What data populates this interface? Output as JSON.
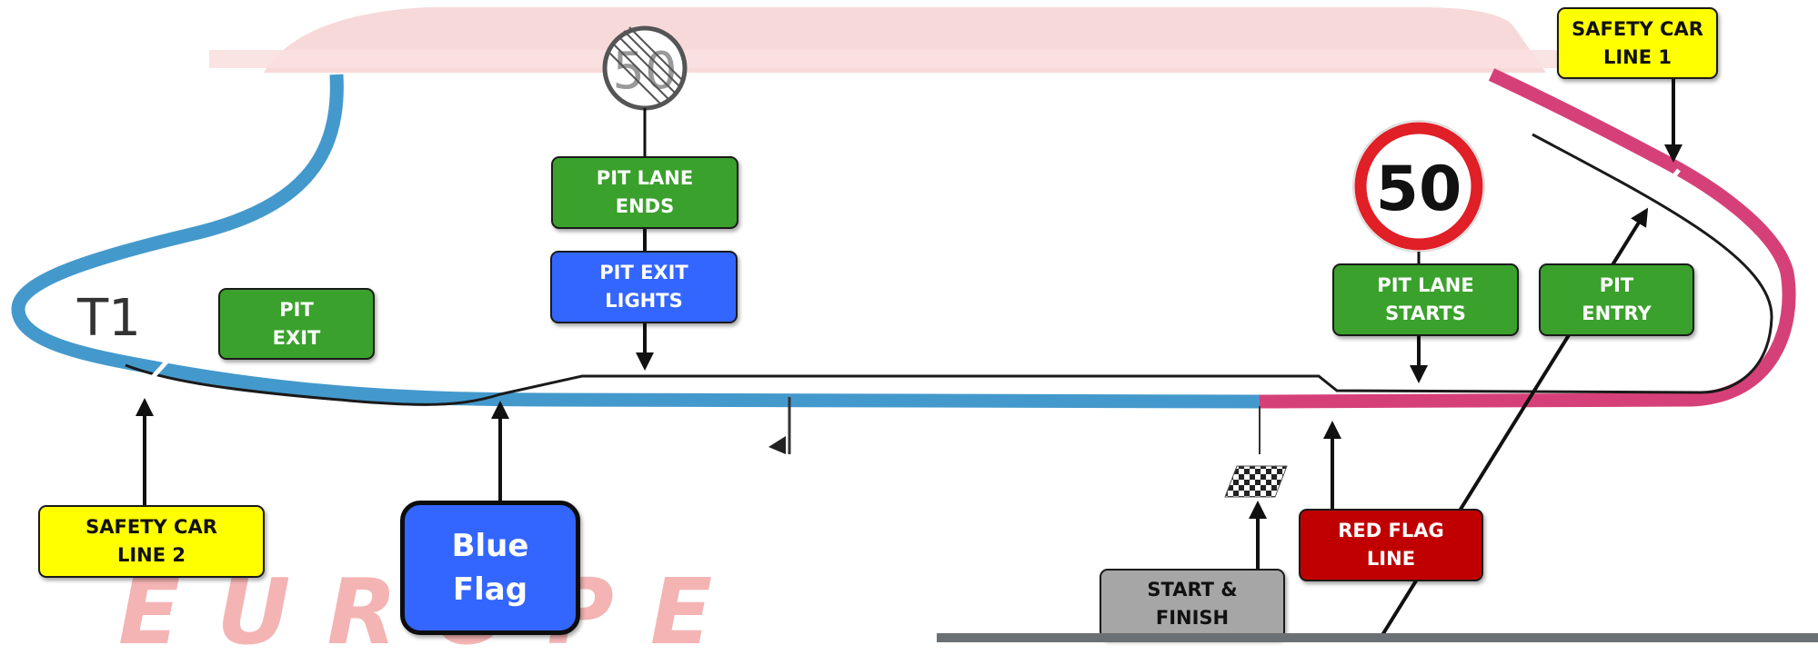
{
  "labels": {
    "safety_car_line_1": "SAFETY CAR\nLINE 1",
    "safety_car_line_2": "SAFETY CAR\nLINE 2",
    "pit_lane_ends": "PIT LANE\nENDS",
    "pit_exit_lights": "PIT EXIT\nLIGHTS",
    "pit_exit": "PIT\nEXIT",
    "pit_lane_starts": "PIT LANE\nSTARTS",
    "pit_entry": "PIT\nENTRY",
    "blue_flag": "Blue\nFlag",
    "red_flag_line": "RED FLAG\nLINE",
    "start_finish": "START &\nFINISH",
    "turn_1": "T1"
  },
  "signs": {
    "speed_limit_value": "50",
    "end_of_limit_value": "50"
  },
  "watermark": "EUROPE",
  "colors": {
    "track_blue": "#4499cc",
    "track_pink": "#d64078",
    "label_green": "#3aa12c",
    "label_blue": "#3366ff",
    "label_yellow": "#ffff00",
    "label_red": "#c00000",
    "label_grey": "#a6a6a6"
  }
}
